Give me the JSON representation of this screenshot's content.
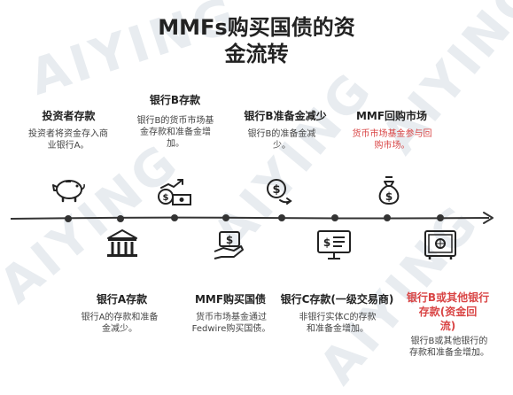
{
  "title": {
    "line1": "MMFs购买国债的资",
    "line2": "金流转"
  },
  "watermark": "AIYING",
  "steps_top": [
    {
      "heading": "投资者存款",
      "desc_line1": "投资者将资金存入商",
      "desc_line2": "业银行A。"
    },
    {
      "heading": "银行B存款",
      "desc_line1": "银行B的货币市场基",
      "desc_line2": "金存款和准备金增",
      "desc_line3": "加。"
    },
    {
      "heading": "银行B准备金减少",
      "desc_line1": "银行B的准备金减",
      "desc_line2": "少。"
    },
    {
      "heading": "MMF回购市场",
      "desc_line1": "货币市场基金参与回",
      "desc_line2": "购市场。"
    }
  ],
  "steps_bottom": [
    {
      "heading": "银行A存款",
      "desc_line1": "银行A的存款和准备",
      "desc_line2": "金减少。"
    },
    {
      "heading": "MMF购买国债",
      "desc_line1": "货币市场基金通过",
      "desc_line2": "Fedwire购买国债。"
    },
    {
      "heading": "银行C存款(一级交易商)",
      "desc_line1": "非银行实体C的存款",
      "desc_line2": "和准备金增加。"
    },
    {
      "heading_line1": "银行B或其他银行",
      "heading_line2": "存款(资金回",
      "heading_line3": "流)",
      "desc_line1": "银行B或其他银行的",
      "desc_line2": "存款和准备金增加。"
    }
  ],
  "colors": {
    "highlight": "#d94545",
    "line": "#333333"
  },
  "icons": [
    "piggy-bank-icon",
    "money-bag-icon",
    "bank-building-icon",
    "coins-growth-icon",
    "hand-cash-icon",
    "dollar-coin-arrow-icon",
    "monitor-dollar-icon",
    "money-bag-dollar-icon",
    "safe-icon"
  ]
}
